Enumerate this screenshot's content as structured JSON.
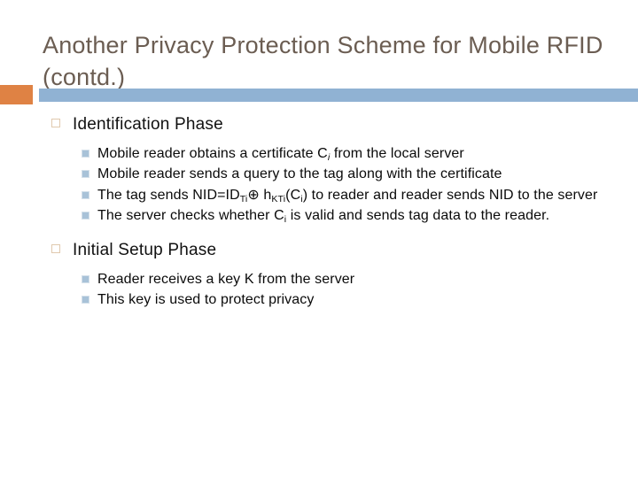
{
  "slide": {
    "title": "Another Privacy Protection Scheme for Mobile RFID (contd.)",
    "accent_orange": "#df8244",
    "accent_blue": "#90b2d3",
    "title_color": "#6b5d52",
    "bullet_level1_color": "#e0c9ae",
    "bullet_level2_color": "#a8c2d8"
  },
  "sections": [
    {
      "heading": "Identification Phase",
      "items": [
        {
          "parts": [
            {
              "t": "Mobile reader obtains a certificate "
            },
            {
              "t": "C",
              "style": "plain"
            },
            {
              "t": "i",
              "style": "sub-italic"
            },
            {
              "t": " from the local server"
            }
          ],
          "plain": "Mobile reader obtains a certificate Ci from the local server"
        },
        {
          "parts": [
            {
              "t": "Mobile reader sends a query to the tag along with the certificate"
            }
          ],
          "plain": "Mobile reader sends a query to the tag along with the certificate"
        },
        {
          "parts": [
            {
              "t": "The tag sends NID=ID"
            },
            {
              "t": "Ti",
              "style": "sub"
            },
            {
              "t": "⊕ h"
            },
            {
              "t": "KTi",
              "style": "sub"
            },
            {
              "t": "(C"
            },
            {
              "t": "i",
              "style": "sub"
            },
            {
              "t": ") to reader and reader sends NID to the server"
            }
          ],
          "plain": "The tag sends NID=IDTi ⊕ hKTi(Ci) to reader and reader sends NID to the server"
        },
        {
          "parts": [
            {
              "t": "The server checks whether "
            },
            {
              "t": "C"
            },
            {
              "t": "i",
              "style": "sub"
            },
            {
              "t": " is valid and sends tag data to the reader."
            }
          ],
          "plain": "The server checks whether Ci is valid and sends tag data to the reader."
        }
      ]
    },
    {
      "heading": "Initial Setup Phase",
      "items": [
        {
          "parts": [
            {
              "t": "Reader receives a key K from the server"
            }
          ],
          "plain": "Reader receives a key K from the server"
        },
        {
          "parts": [
            {
              "t": "This key is used to protect privacy"
            }
          ],
          "plain": "This key is used to protect privacy"
        }
      ]
    }
  ]
}
